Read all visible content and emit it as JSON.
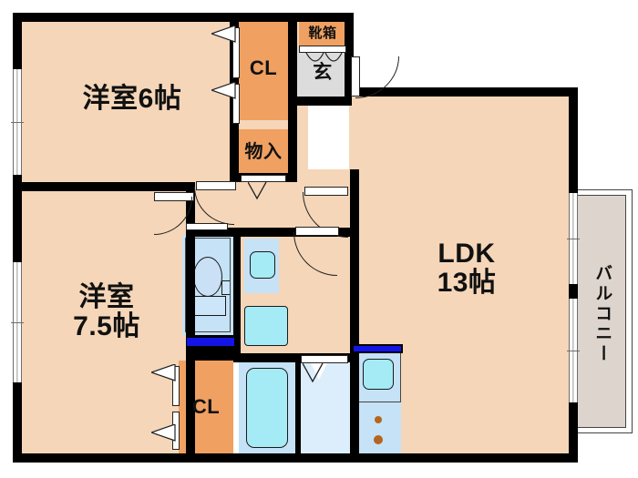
{
  "plan": {
    "type": "japanese-floor-plan",
    "layout_name": "2LDK",
    "rooms": [
      {
        "id": "washitsu6",
        "label": "洋室6帖",
        "name_en": "Western room 6 tatami",
        "size_jo": 6,
        "fill": "#f5d6b8"
      },
      {
        "id": "washitsu75",
        "label": "洋室\n7.5帖",
        "name_en": "Western room 7.5 tatami",
        "size_jo": 7.5,
        "fill": "#f5d6b8"
      },
      {
        "id": "ldk",
        "label": "LDK\n13帖",
        "name_en": "Living Dining Kitchen",
        "size_jo": 13,
        "fill": "#f5d6b8"
      },
      {
        "id": "genkan",
        "label": "玄",
        "name_en": "Entrance",
        "size_jo": null,
        "fill": "#dcdcdc"
      },
      {
        "id": "balcony",
        "label": "バルコニー",
        "name_en": "Balcony",
        "size_jo": null,
        "fill": "#ddd5cd"
      }
    ],
    "storage": [
      {
        "id": "cl_top",
        "label": "CL",
        "name_en": "Closet",
        "fill": "#f0a061"
      },
      {
        "id": "cl_bottom",
        "label": "CL",
        "name_en": "Closet",
        "fill": "#f0a061"
      },
      {
        "id": "mono_ire",
        "label": "物入",
        "name_en": "Storage",
        "fill": "#f0a061"
      },
      {
        "id": "kutsubako",
        "label": "靴箱",
        "name_en": "Shoe box",
        "fill": "#f0a061"
      }
    ],
    "fixtures": [
      {
        "id": "toilet",
        "name_en": "Toilet"
      },
      {
        "id": "washbasin",
        "name_en": "Wash basin"
      },
      {
        "id": "washer_pan",
        "name_en": "Washing machine space"
      },
      {
        "id": "bathtub",
        "name_en": "Bath tub"
      },
      {
        "id": "kitchen_sink",
        "name_en": "Kitchen sink"
      },
      {
        "id": "stove_burners",
        "name_en": "Gas burners",
        "count": 2
      }
    ],
    "colors": {
      "wall": "#000000",
      "floor": "#f5d6b8",
      "closet": "#f0a061",
      "genkan": "#dcdcdc",
      "wet_room": "#c5e2f7",
      "wash_space": "#dceefb",
      "tub_water": "#a5ebf5",
      "balcony": "#ddd5cd",
      "threshold_marker": "#1414e6",
      "burner": "#b5651d"
    }
  }
}
